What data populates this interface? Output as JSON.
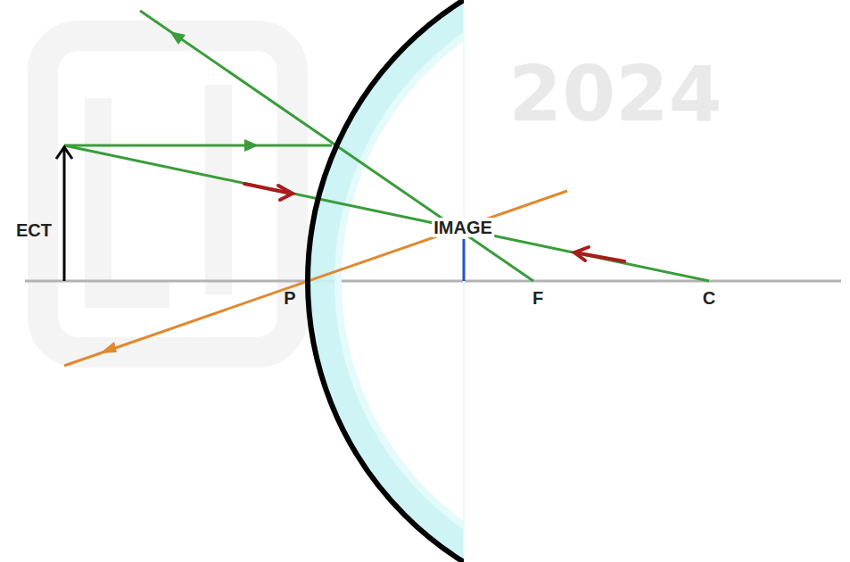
{
  "diagram": {
    "labels": [
      "ECT",
      "IMAGE",
      "P",
      "F",
      "C",
      "2024"
    ]
  }
}
